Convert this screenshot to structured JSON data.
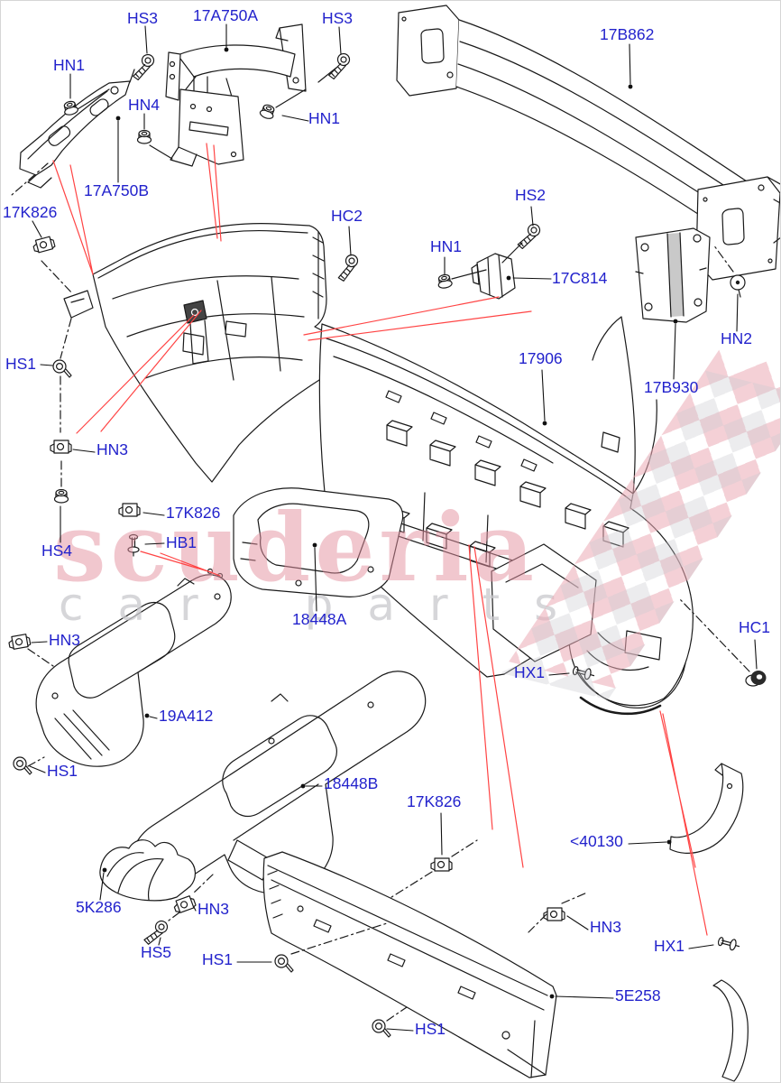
{
  "watermark": {
    "brand": "scuderia",
    "tagline": "car parts",
    "brand_color": "#e4909f",
    "tagline_color": "#c9c9cd",
    "flag_pink": "#eba9b4",
    "flag_gray": "#c9c9cf"
  },
  "diagram": {
    "label_color": "#2222cc",
    "line_color": "#1a1a1a",
    "callout_color": "#ff4444",
    "labels": [
      {
        "id": "hs3-a",
        "text": "HS3"
      },
      {
        "id": "17a750a",
        "text": "17A750A"
      },
      {
        "id": "hs3-b",
        "text": "HS3"
      },
      {
        "id": "17b862",
        "text": "17B862"
      },
      {
        "id": "hn1-a",
        "text": "HN1"
      },
      {
        "id": "hn4",
        "text": "HN4"
      },
      {
        "id": "hn1-b",
        "text": "HN1"
      },
      {
        "id": "17a750b",
        "text": "17A750B"
      },
      {
        "id": "17k826-a",
        "text": "17K826"
      },
      {
        "id": "hc2",
        "text": "HC2"
      },
      {
        "id": "hs2",
        "text": "HS2"
      },
      {
        "id": "hn1-c",
        "text": "HN1"
      },
      {
        "id": "17c814",
        "text": "17C814"
      },
      {
        "id": "hn2",
        "text": "HN2"
      },
      {
        "id": "17906",
        "text": "17906"
      },
      {
        "id": "17b930",
        "text": "17B930"
      },
      {
        "id": "hs1-a",
        "text": "HS1"
      },
      {
        "id": "hn3-a",
        "text": "HN3"
      },
      {
        "id": "17k826-b",
        "text": "17K826"
      },
      {
        "id": "hs4",
        "text": "HS4"
      },
      {
        "id": "hb1",
        "text": "HB1"
      },
      {
        "id": "18448a",
        "text": "18448A"
      },
      {
        "id": "hn3-b",
        "text": "HN3"
      },
      {
        "id": "19a412",
        "text": "19A412"
      },
      {
        "id": "hs1-b",
        "text": "HS1"
      },
      {
        "id": "18448b",
        "text": "18448B"
      },
      {
        "id": "hc1",
        "text": "HC1"
      },
      {
        "id": "hx1-a",
        "text": "HX1"
      },
      {
        "id": "17k826-c",
        "text": "17K826"
      },
      {
        "id": "40130",
        "text": "<40130"
      },
      {
        "id": "hn3-c",
        "text": "HN3"
      },
      {
        "id": "hx1-b",
        "text": "HX1"
      },
      {
        "id": "5e258",
        "text": "5E258"
      },
      {
        "id": "hs1-d",
        "text": "HS1"
      },
      {
        "id": "5k286",
        "text": "5K286"
      },
      {
        "id": "hn3-d",
        "text": "HN3"
      },
      {
        "id": "hs5",
        "text": "HS5"
      },
      {
        "id": "hs1-c",
        "text": "HS1"
      }
    ]
  }
}
